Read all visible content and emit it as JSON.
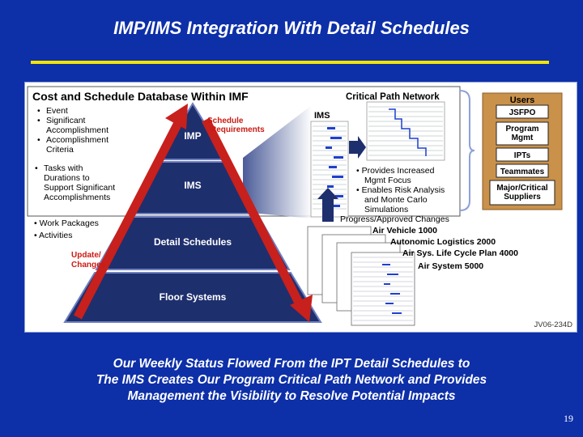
{
  "title": "IMP/IMS Integration With Detail Schedules",
  "colors": {
    "background": "#0d2fa8",
    "rule": "#f2e400",
    "pyramid": "#1e2f6e",
    "arrow": "#c8201c",
    "users_panel": "#c9914a",
    "accent_red": "#cc1a12"
  },
  "database_box": {
    "heading": "Cost and Schedule Database Within IMF",
    "bullets": [
      "Event",
      "Significant",
      "Accomplishment",
      "Accomplishment",
      "Criteria"
    ],
    "tasks": [
      "Tasks with",
      "Durations to",
      "Support Significant",
      "Accomplishments"
    ]
  },
  "lower_bullets": [
    "• Work Packages",
    "• Activities"
  ],
  "pyramid": {
    "levels": [
      "IMP",
      "IMS",
      "Detail Schedules",
      "Floor Systems"
    ]
  },
  "schedule_requirements": [
    "Schedule",
    "Requirements"
  ],
  "update_changes": [
    "Update/",
    "Changes"
  ],
  "critical_path": {
    "heading": "Critical Path Network",
    "ims_label": "IMS",
    "benefits": [
      "• Provides Increased",
      "Mgmt Focus",
      "• Enables Risk Analysis",
      "and Monte Carlo",
      "Simulations"
    ]
  },
  "progress_label": "Progress/Approved Changes",
  "schedules": [
    "Air Vehicle 1000",
    "Autonomic Logistics 2000",
    "Air Sys. Life Cycle Plan 4000",
    "Air System 5000"
  ],
  "users": {
    "heading": "Users",
    "items": [
      "JSFPO",
      "Program Mgmt",
      "IPTs",
      "Teammates",
      "Major/Critical Suppliers"
    ]
  },
  "doc_id": "JV06-234D",
  "caption": [
    "Our Weekly Status Flowed From the IPT Detail Schedules to",
    "The IMS Creates Our Program Critical Path Network and Provides",
    "Management the Visibility to Resolve Potential Impacts"
  ],
  "page_number": "19"
}
